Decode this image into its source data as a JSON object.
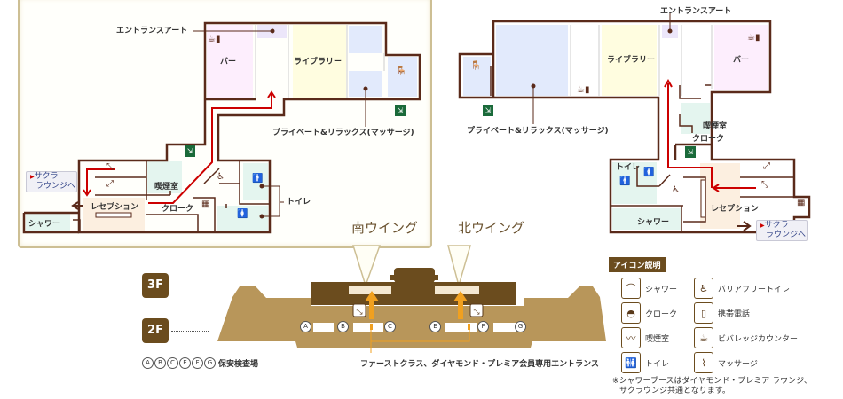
{
  "south_wing": {
    "title": "南ウイング",
    "labels": {
      "entrance_art": "エントランスアート",
      "bar": "バー",
      "library": "ライブラリー",
      "private_relax": "プライベート&リラックス(マッサージ)",
      "smoking": "喫煙室",
      "reception": "レセプション",
      "cloak": "クローク",
      "toilet": "トイレ",
      "shower": "シャワー"
    },
    "sakura_link": [
      "サクラ",
      "ラウンジへ"
    ]
  },
  "north_wing": {
    "title": "北ウイング",
    "labels": {
      "entrance_art": "エントランスアート",
      "bar": "バー",
      "library": "ライブラリー",
      "private_relax": "プライベート&リラックス(マッサージ)",
      "smoking": "喫煙室",
      "reception": "レセプション",
      "cloak": "クローク",
      "toilet": "トイレ",
      "shower": "シャワー"
    },
    "sakura_link": [
      "サクラ",
      "ラウンジへ"
    ]
  },
  "overview": {
    "floors": [
      "3F",
      "2F"
    ],
    "gates": [
      "A",
      "B",
      "C",
      "E",
      "F",
      "G"
    ],
    "security_label": "保安検査場",
    "entrance_caption": "ファーストクラス、ダイヤモンド・プレミア会員専用エントランス"
  },
  "legend": {
    "title": "アイコン説明",
    "items": [
      {
        "icon": "shower-icon",
        "label": "シャワー"
      },
      {
        "icon": "barrier-free-toilet-icon",
        "label": "バリアフリートイレ"
      },
      {
        "icon": "cloak-icon",
        "label": "クローク"
      },
      {
        "icon": "mobile-phone-icon",
        "label": "携帯電話"
      },
      {
        "icon": "smoking-icon",
        "label": "喫煙室"
      },
      {
        "icon": "beverage-counter-icon",
        "label": "ビバレッジカウンター"
      },
      {
        "icon": "toilet-icon",
        "label": "トイレ"
      },
      {
        "icon": "massage-icon",
        "label": "マッサージ"
      }
    ],
    "note_line1": "※シャワーブースはダイヤモンド・プレミア ラウンジ、",
    "note_line2": "サクラウンジ共通となります。"
  },
  "colors": {
    "wall": "#5a2a1a",
    "route": "#cc0000",
    "bar": "#fdeefd",
    "library": "#fffde0",
    "massage": "#e2eafc",
    "service": "#e4f5ef",
    "reception": "#fcefe0",
    "floor2": "#b8965a",
    "floor3": "#6b4c1e",
    "arrow": "#f0a020"
  }
}
